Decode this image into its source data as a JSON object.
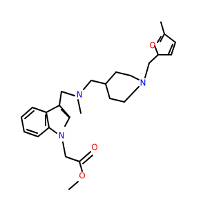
{
  "molecule": {
    "colors": {
      "bond": "#000000",
      "nitrogen": "#0000FF",
      "oxygen": "#FF0000"
    },
    "atom_labels": {
      "n_piperidine": "N",
      "n_amine": "N",
      "n_indole": "N",
      "o_furan": "O",
      "o_carbonyl": "O",
      "o_ester": "O"
    }
  }
}
